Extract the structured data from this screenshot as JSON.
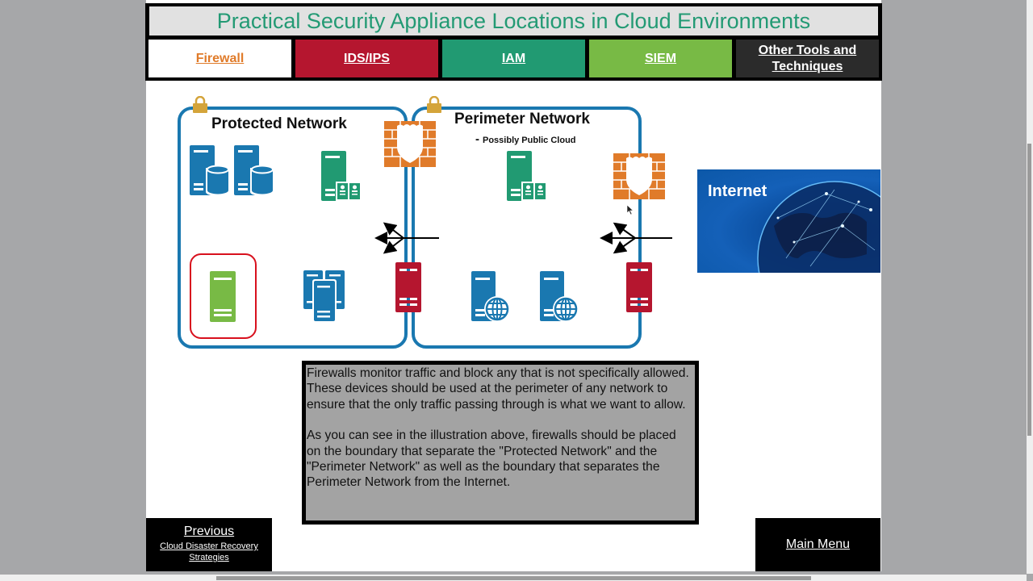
{
  "header": {
    "title": "Practical Security Appliance Locations in Cloud Environments"
  },
  "tabs": [
    {
      "label": "Firewall",
      "color": "#e07b2a",
      "active": true
    },
    {
      "label": "IDS/IPS",
      "color": "#b5162f"
    },
    {
      "label": "IAM",
      "color": "#219a72"
    },
    {
      "label": "SIEM",
      "color": "#78ba45"
    },
    {
      "label": "Other Tools and Techniques",
      "color": "#2b2b2b"
    }
  ],
  "diagram": {
    "protected_network": {
      "label": "Protected Network",
      "icons": [
        "database-server-icon",
        "database-server-icon",
        "directory-server-icon",
        "siem-server-icon",
        "server-cluster-icon"
      ]
    },
    "perimeter_network": {
      "label": "Perimeter Network",
      "sublabel": "Possibly Public Cloud",
      "sublabel_prefix": "-",
      "icons": [
        "directory-server-icon",
        "web-server-icon",
        "web-server-icon"
      ]
    },
    "internet": {
      "label": "Internet"
    },
    "colors": {
      "network_border": "#1a78b0",
      "firewall": "#e07b2a",
      "ids": "#b5162f",
      "iam": "#219a72",
      "siem": "#78ba45",
      "lock": "#d4a43a"
    }
  },
  "description": {
    "paragraphs": [
      "Firewalls monitor traffic and block any that is not specifically allowed. These devices should be used at the perimeter of any network to ensure that the only traffic passing through is what we want to allow.",
      "As you can see in the illustration above, firewalls should be placed on the boundary that separate the \"Protected Network\" and the \"Perimeter Network\" as well as the boundary that separates the Perimeter Network from the Internet."
    ]
  },
  "navigation": {
    "previous_label": "Previous",
    "previous_title": "Cloud Disaster Recovery Strategies",
    "main_menu_label": "Main Menu"
  }
}
